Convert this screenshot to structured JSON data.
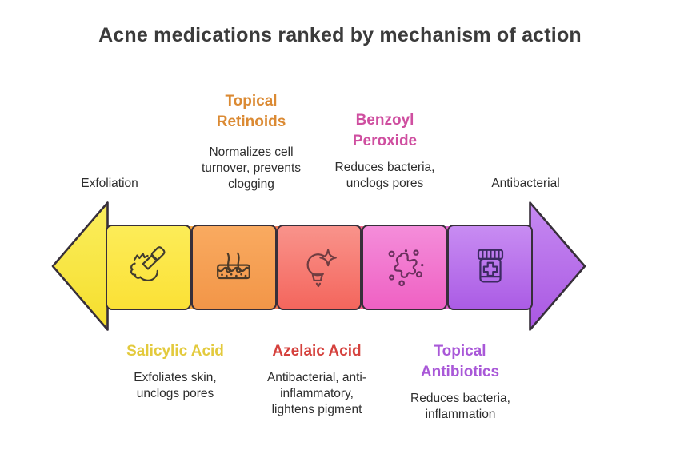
{
  "title": "Acne medications ranked by mechanism of action",
  "axis": {
    "left_label": "Exfoliation",
    "right_label": "Antibacterial"
  },
  "medications": [
    {
      "name": "Salicylic Acid",
      "mechanism": "Exfoliates skin,\nunclogs pores",
      "label_position": "below",
      "color": "#E3CA3D",
      "segment_color_top": "#FCEC58",
      "segment_color_bottom": "#FBE136",
      "icon": "exfoliating-brush-icon"
    },
    {
      "name": "Topical Retinoids",
      "mechanism": "Normalizes cell\nturnover, prevents\nclogging",
      "label_position": "above",
      "color": "#DB8A33",
      "segment_color_top": "#F9AA60",
      "segment_color_bottom": "#F29648",
      "icon": "skin-layer-icon"
    },
    {
      "name": "Azelaic Acid",
      "mechanism": "Antibacterial, anti-\ninflammatory,\nlightens pigment",
      "label_position": "below",
      "color": "#D5413D",
      "segment_color_top": "#F9938B",
      "segment_color_bottom": "#F4665D",
      "icon": "lightbulb-sparkle-icon"
    },
    {
      "name": "Benzoyl Peroxide",
      "mechanism": "Reduces bacteria,\nunclogs pores",
      "label_position": "above",
      "color": "#CF4FA0",
      "segment_color_top": "#F48DDA",
      "segment_color_bottom": "#EF61C3",
      "icon": "bacteria-splat-icon"
    },
    {
      "name": "Topical Antibiotics",
      "mechanism": "Reduces bacteria,\ninflammation",
      "label_position": "below",
      "color": "#A958D8",
      "segment_color_top": "#C88CF2",
      "segment_color_bottom": "#AB5CE5",
      "icon": "medicine-jar-icon"
    }
  ],
  "arrow": {
    "left_head_color_top": "#FBEE5E",
    "left_head_color_bottom": "#F5DE2C",
    "right_head_color_top": "#C68AF2",
    "right_head_color_bottom": "#A957E2",
    "outline_color": "#372f3a"
  },
  "text_colors": {
    "title": "#3b3b3b",
    "body": "#2d2d2d"
  }
}
